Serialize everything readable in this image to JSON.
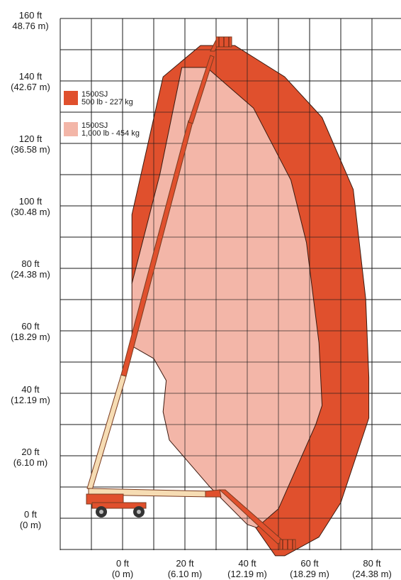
{
  "chart_data": {
    "type": "area",
    "title": "",
    "xlabel": "",
    "ylabel": "",
    "x_ticks": [
      {
        "line1": "0 ft",
        "line2": "(0 m)"
      },
      {
        "line1": "20 ft",
        "line2": "(6.10 m)"
      },
      {
        "line1": "40 ft",
        "line2": "(12.19 m)"
      },
      {
        "line1": "60 ft",
        "line2": "(18.29 m)"
      },
      {
        "line1": "80 ft",
        "line2": "(24.38 m)"
      }
    ],
    "y_ticks": [
      {
        "line1": "160 ft",
        "line2": "48.76 m)"
      },
      {
        "line1": "140 ft",
        "line2": "(42.67 m)"
      },
      {
        "line1": "120 ft",
        "line2": "(36.58 m)"
      },
      {
        "line1": "100 ft",
        "line2": "(30.48 m)"
      },
      {
        "line1": "80 ft",
        "line2": "(24.38 m)"
      },
      {
        "line1": "60 ft",
        "line2": "(18.29 m)"
      },
      {
        "line1": "40 ft",
        "line2": "(12.19 m)"
      },
      {
        "line1": "20 ft",
        "line2": "(6.10 m)"
      },
      {
        "line1": "0 ft",
        "line2": "(0 m)"
      }
    ],
    "xlim": [
      -20,
      90
    ],
    "ylim": [
      -10,
      160
    ],
    "grid": true,
    "legend_position": "top-left",
    "series": [
      {
        "name": "1500SJ",
        "capacity": "500 lb - 227 kg",
        "color": "#e0502d",
        "envelope_ft": [
          [
            25,
            151
          ],
          [
            36,
            151
          ],
          [
            52,
            141
          ],
          [
            64,
            128
          ],
          [
            74,
            105
          ],
          [
            78,
            70
          ],
          [
            79,
            45
          ],
          [
            79,
            32
          ],
          [
            70,
            5
          ],
          [
            63,
            -6
          ],
          [
            52,
            -12
          ],
          [
            49,
            -12
          ],
          [
            42,
            -2
          ],
          [
            40,
            -1
          ],
          [
            35,
            7
          ],
          [
            30,
            7
          ],
          [
            3,
            75
          ],
          [
            3,
            97
          ],
          [
            13,
            141
          ]
        ]
      },
      {
        "name": "1500SJ",
        "capacity": "1,000 lb - 454 kg",
        "color": "#f3b6a8",
        "envelope_ft": [
          [
            19,
            144
          ],
          [
            27,
            144
          ],
          [
            42,
            131
          ],
          [
            54,
            108
          ],
          [
            59,
            88
          ],
          [
            63,
            56
          ],
          [
            64,
            36
          ],
          [
            62,
            30
          ],
          [
            50,
            3
          ],
          [
            43,
            -3
          ],
          [
            40,
            -2
          ],
          [
            28,
            10
          ],
          [
            15,
            25
          ],
          [
            13,
            34
          ],
          [
            14,
            44
          ],
          [
            10,
            51
          ],
          [
            3,
            55
          ],
          [
            3,
            75
          ],
          [
            12,
            110
          ]
        ]
      }
    ],
    "machine": {
      "colors": {
        "boom_orange": "#e0502d",
        "boom_cream": "#f6dcb3",
        "chassis": "#e0502d",
        "wheel": "#333333"
      },
      "positions": [
        "raised",
        "stowed-reach"
      ]
    }
  }
}
